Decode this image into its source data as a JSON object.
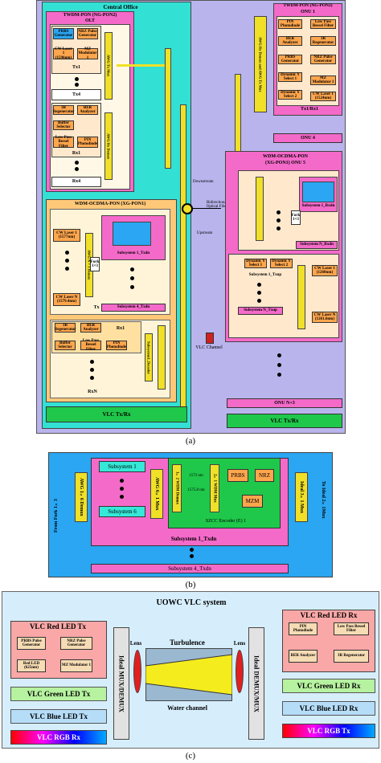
{
  "panel_a": {
    "central_office": "Central Office",
    "twdm_olt": {
      "title": "TWDM-PON  (NG-PON2)",
      "subtitle": "OLT",
      "prbs": "PRBS Generator",
      "nrz": "NRZ Pulse Generator",
      "cw": "CW Laser 1 (1596nm)",
      "mz": "MZ Modulator 1",
      "tx1": "Tx1",
      "tx4": "Tx4",
      "awg_tx": "AWG Tx Mux",
      "awg_rx": "AWG Rx Demux",
      "3r": "3R Regenerator",
      "ber": "BER Analyzer",
      "buffer": "Buffer Selector",
      "lpf": "Low Pass Bessel Filter",
      "pin": "PIN Photodiode",
      "rx1": "Rx1",
      "rx4": "Rx4"
    },
    "wdm_olt": {
      "title": "WDM-OCDMA-PON  (XG-PON1)",
      "cw1": "CW Laser 1 (1577nm)",
      "cwn": "CW Laser N (1579.4nm)",
      "fork": "Fork 1×3",
      "awg": "AWG N×1 Demux",
      "sub1": "Subsystem 1_Txdn",
      "sub4": "Subsystem 4_Txdn",
      "tx": "Tx",
      "3r": "3R Regenerator",
      "ber": "BER Analyzer",
      "rx1": "Rx1",
      "buffer": "Buffer Selector",
      "lpf": "Low Pass Bessel Filter",
      "pin": "PIN Photodiode",
      "rxn": "RxN",
      "decoder": "Subsystem1_Decoder"
    },
    "vlc_txrx": "VLC Tx/Rx",
    "onu1": {
      "title": "TWDM-PON  (NG-PON2)",
      "subtitle": "ONU 1",
      "pin": "PIN Photodiode",
      "lpf": "Low Pass Bessel Filter",
      "ber": "BER Analyzer",
      "3r": "3R Regenerator",
      "prbs": "PRBS Generator",
      "nrz": "NRZ Pulse Generator",
      "dyn1": "Dynamic Y Select 1",
      "dyn2": "Dynamic Y Select 2",
      "mz": "MZ Modulator 1",
      "cw": "CW Laser 1 (1524nm)",
      "txrx": "Tx1/Rx1",
      "awg": "AWG Rx Demux and AWG Tx Mux"
    },
    "onu4": "ONU 4",
    "onu5": {
      "title": "WDM-OCDMA-PON",
      "subtitle": "(XG-PON1)  ONU 5",
      "sub_rxdn": "Subsystem 1_Rxdn",
      "sub_n_rxdn": "Subsystem N_Rxdn",
      "dyn1": "Dynamic Y Select 1",
      "dyn2": "Dynamic Y Select 2",
      "sub_txup": "Subsystem 1_Txup",
      "sub_n_txup": "Subsystem N_Txup",
      "cw1": "CW Laser 1 (1260nm)",
      "cwn": "CW Laser N (1261.6nm)",
      "fork": "Fork 1×3"
    },
    "onun3": "ONU N+3",
    "vlc_txrx_r": "VLC Tx/Rx",
    "downstream": "Downstream",
    "upstream": "Upstream",
    "fiber": "Bidirectional Optical Fiber",
    "vlc_channel": "VLC Channel",
    "caption": "(a)"
  },
  "panel_b": {
    "awg_demux": "AWG 1×6 Demux",
    "sub1": "Subsystem 1",
    "sub6": "Subsystem 6",
    "awg_mux": "AWG 6×1 Mux",
    "wdm_demux": "1×2 WDM Demux",
    "wdm_mux": "2×1 WDM Mux",
    "wl1": "1573 nm",
    "wl2": "1575.8 nm",
    "prbs": "PRBS",
    "nrz": "NRZ",
    "mzm": "MZM",
    "encoder": "SZCC Encoder (E) 1",
    "ideal_mux": "Ideal 3×1 Mux",
    "from_fork": "From Fork 1×3",
    "to_ideal": "To Ideal 2×1Mux",
    "sub_txdn1": "Subsystem 1_Txdn",
    "sub_txdn4": "Subsystem 4_Txdn",
    "caption": "(b)"
  },
  "panel_c": {
    "title": "UOWC VLC system",
    "red_tx": "VLC Red LED Tx",
    "prbs": "PRBS Pulse Generator",
    "nrz": "NRZ Pulse Generator",
    "red_led": "Red LED (625nm)",
    "mz": "MZ Modulator 1",
    "green_tx": "VLC Green LED Tx",
    "blue_tx": "VLC Blue LED Tx",
    "rgb_rx": "VLC RGB Rx",
    "mux": "Ideal MUX/DEMUX",
    "lens_l": "Lens",
    "lens_r": "Lens",
    "turbulence": "Turbulence",
    "water": "Water channel",
    "demux": "Ideal DEMUX/MUX",
    "red_rx": "VLC Red LED Rx",
    "pin": "PIN Photodiode",
    "lpf": "Low Pass Bessel Filter",
    "ber": "BER Analyzer",
    "3r": "3R Regenerator",
    "green_rx": "VLC Green LED Rx",
    "blue_rx": "VLC Blue LED Rx",
    "rgb_tx": "VLC RGB Tx",
    "caption": "(c)"
  }
}
